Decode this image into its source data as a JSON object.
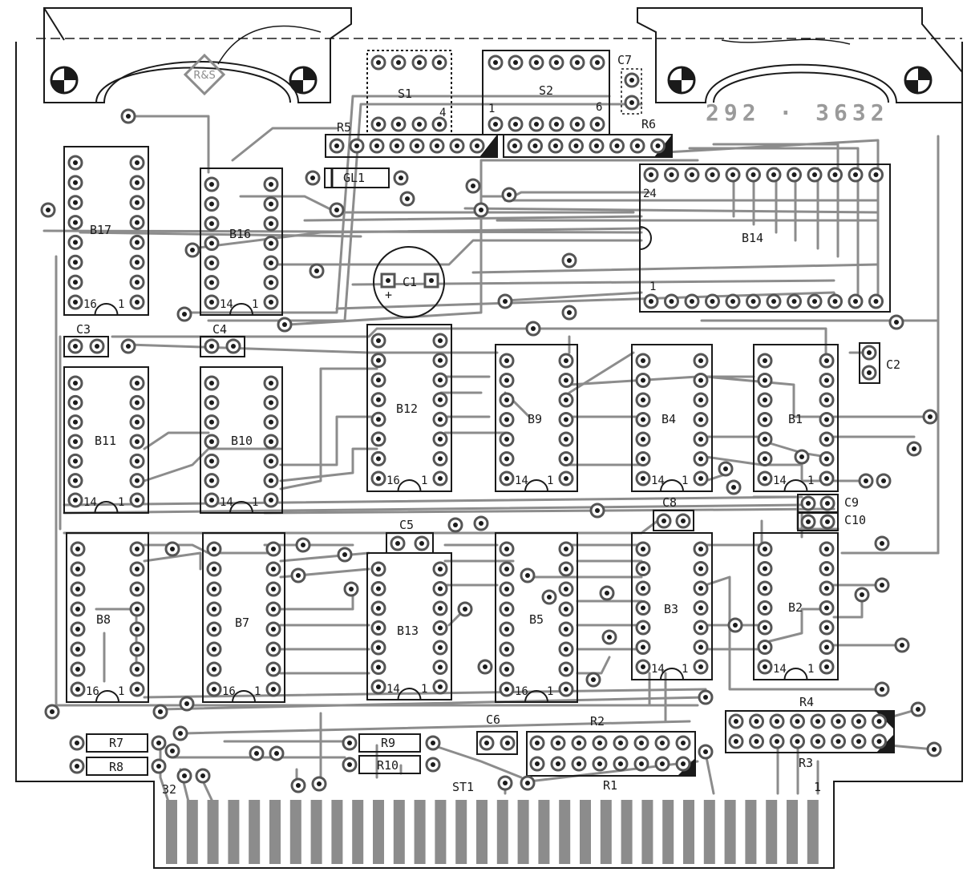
{
  "board": {
    "part_number": "292 · 3632",
    "logo_text": "R&S",
    "colors": {
      "ink": "#1a1a1a",
      "trace": "#8c8c8c",
      "pad_ring": "#555555",
      "paper": "#ffffff"
    }
  },
  "labels": {
    "s1": "S1",
    "s2": "S2",
    "s2_pin1": "1",
    "s2_pin6": "6",
    "s1_pin4": "4",
    "c7": "C7",
    "r5": "R5",
    "r6": "R6",
    "gl1": "GL1",
    "c1": "C1",
    "c1_plus": "+",
    "b17": "B17",
    "b16": "B16",
    "b14": "B14",
    "b14_pin24": "24",
    "b14_pin1": "1",
    "c3": "C3",
    "c4": "C4",
    "c2": "C2",
    "c8": "C8",
    "c9": "C9",
    "c10": "C10",
    "c5": "C5",
    "c6": "C6",
    "b12": "B12",
    "b9": "B9",
    "b4": "B4",
    "b1": "B1",
    "b11": "B11",
    "b10": "B10",
    "b8": "B8",
    "b7": "B7",
    "b13": "B13",
    "b5": "B5",
    "b3": "B3",
    "b2": "B2",
    "r7": "R7",
    "r8": "R8",
    "r9": "R9",
    "r10": "R10",
    "r1": "R1",
    "r2": "R2",
    "r3": "R3",
    "r4": "R4",
    "st1": "ST1",
    "edge_pin32": "32",
    "edge_pin1": "1",
    "pin16": "16",
    "pin14": "14",
    "pin1": "1"
  },
  "ics": [
    {
      "id": "B17",
      "pins": 16
    },
    {
      "id": "B16",
      "pins": 14
    },
    {
      "id": "B11",
      "pins": 14
    },
    {
      "id": "B10",
      "pins": 14
    },
    {
      "id": "B12",
      "pins": 16
    },
    {
      "id": "B9",
      "pins": 14
    },
    {
      "id": "B4",
      "pins": 14
    },
    {
      "id": "B1",
      "pins": 14
    },
    {
      "id": "B8",
      "pins": 16
    },
    {
      "id": "B7",
      "pins": 16
    },
    {
      "id": "B13",
      "pins": 14
    },
    {
      "id": "B5",
      "pins": 16
    },
    {
      "id": "B3",
      "pins": 14
    },
    {
      "id": "B2",
      "pins": 14
    },
    {
      "id": "B14",
      "pins": 24
    }
  ],
  "edge_connector": {
    "id": "ST1",
    "contacts": 32
  }
}
